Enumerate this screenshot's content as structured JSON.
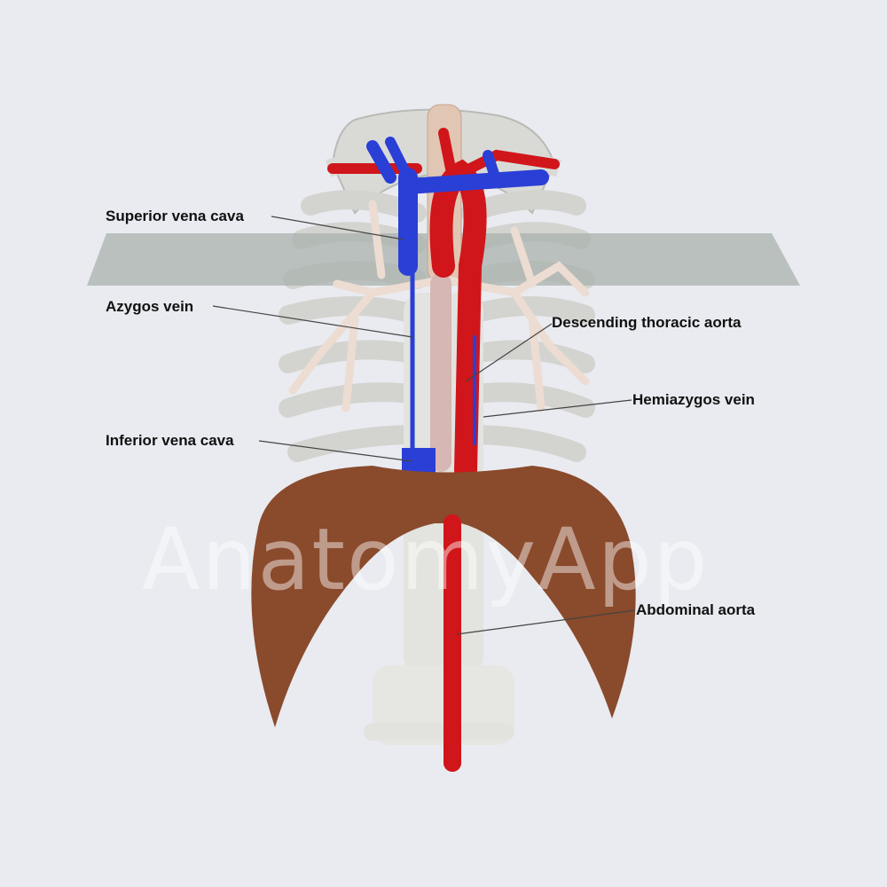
{
  "watermark": "AnatomyApp",
  "labels": {
    "superior_vena_cava": "Superior vena cava",
    "azygos_vein": "Azygos vein",
    "descending_thoracic_aorta": "Descending thoracic aorta",
    "hemiazygos_vein": "Hemiazygos vein",
    "inferior_vena_cava": "Inferior vena cava",
    "abdominal_aorta": "Abdominal aorta"
  },
  "colors": {
    "background": "#e9ebf0",
    "artery": "#d0161a",
    "vein": "#2a3fd6",
    "muscle": "#8a4a2c",
    "bone": "#dcdcd8",
    "plane": "#a9b2ae"
  }
}
